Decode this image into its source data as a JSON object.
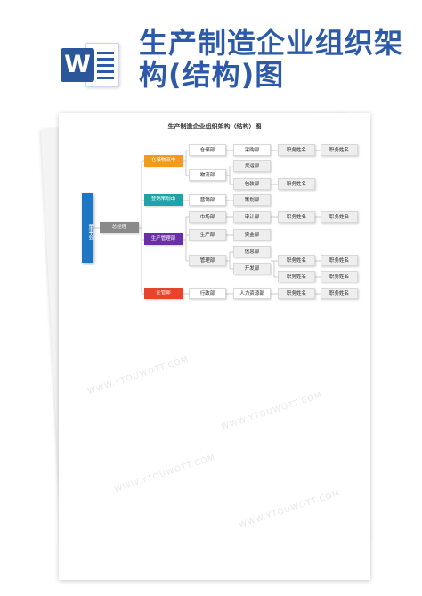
{
  "page": {
    "title": "生产制造企业组织架构(结构)图",
    "doc_title": "生产制造企业组织架构（结构）图"
  },
  "org": {
    "root": "董事会",
    "gm": "总经理",
    "centers": [
      {
        "key": "c1",
        "label": "仓储物流中",
        "color": "#f39a1f"
      },
      {
        "key": "c2",
        "label": "营销策划中",
        "color": "#1fa3a8"
      },
      {
        "key": "c3",
        "label": "生产管理部",
        "color": "#6a2fa5"
      },
      {
        "key": "c4",
        "label": "企管部",
        "color": "#e8442d"
      }
    ],
    "depts": {
      "cangchu": "仓储部",
      "wuliu": "物流部",
      "yingxiao": "营销部",
      "shichang": "市场部",
      "shengchan": "生产部",
      "guanli": "管理部",
      "xingzheng": "行政部"
    },
    "subs": {
      "caigou": "采购部",
      "huoyun": "货运部",
      "baozhuang": "包装部",
      "cehua": "策划部",
      "shenji": "审计部",
      "zijin": "资金部",
      "xinxi": "信息部",
      "kaifa": "开发部",
      "renli": "人力资源部"
    },
    "position": "职务姓名"
  },
  "watermark": "WWW.YTOUWOTT.COM",
  "colors": {
    "title_blue": "#2c5aa8",
    "root_blue": "#1e77c4",
    "gm_grey": "#8a8a8a"
  }
}
